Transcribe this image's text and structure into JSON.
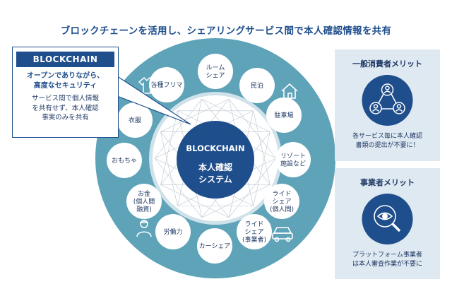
{
  "title": "ブロックチェーンを活用し、シェアリングサービス間で本人確認情報を共有",
  "callout": {
    "heading": "BLOCKCHAIN",
    "subheading_line1": "オープンでありながら、",
    "subheading_line2": "高度なセキュリティ",
    "body_line1": "サービス間で個人情報",
    "body_line2": "を共有せず、本人確認",
    "body_line3": "事実のみを共有"
  },
  "center": {
    "title": "BLOCKCHAIN",
    "line1": "本人確認",
    "line2": "システム"
  },
  "services": [
    {
      "lines": [
        "ルーム",
        "シェア"
      ]
    },
    {
      "lines": [
        "民泊"
      ]
    },
    {
      "lines": [
        "駐車場"
      ]
    },
    {
      "lines": [
        "リゾート",
        "施設など"
      ]
    },
    {
      "lines": [
        "ライド",
        "シェア",
        "(個人間)"
      ]
    },
    {
      "lines": [
        "ライド",
        "シェア",
        "(事業者)"
      ]
    },
    {
      "lines": [
        "カーシェア"
      ]
    },
    {
      "lines": [
        "労働力"
      ]
    },
    {
      "lines": [
        "お金",
        "(個人間",
        "融資)"
      ]
    },
    {
      "lines": [
        "おもちゃ"
      ]
    },
    {
      "lines": [
        "衣服"
      ]
    },
    {
      "lines": [
        "各種フリマ"
      ]
    }
  ],
  "consumer": {
    "title": "一般消費者メリット",
    "line1": "各サービス毎に本人確認",
    "line2": "書類の提出が不要に！",
    "icon": "people-network-icon"
  },
  "business": {
    "title": "事業者メリット",
    "line1": "プラットフォーム事業者",
    "line2": "は本人審査作業が不要に",
    "icon": "magnifier-eye-icon"
  },
  "colors": {
    "navy": "#1f4e8c",
    "ring": "#5ea3b8",
    "ring_dark": "#4d90a6",
    "panel": "#dfe9f1",
    "node": "#ffffff"
  }
}
